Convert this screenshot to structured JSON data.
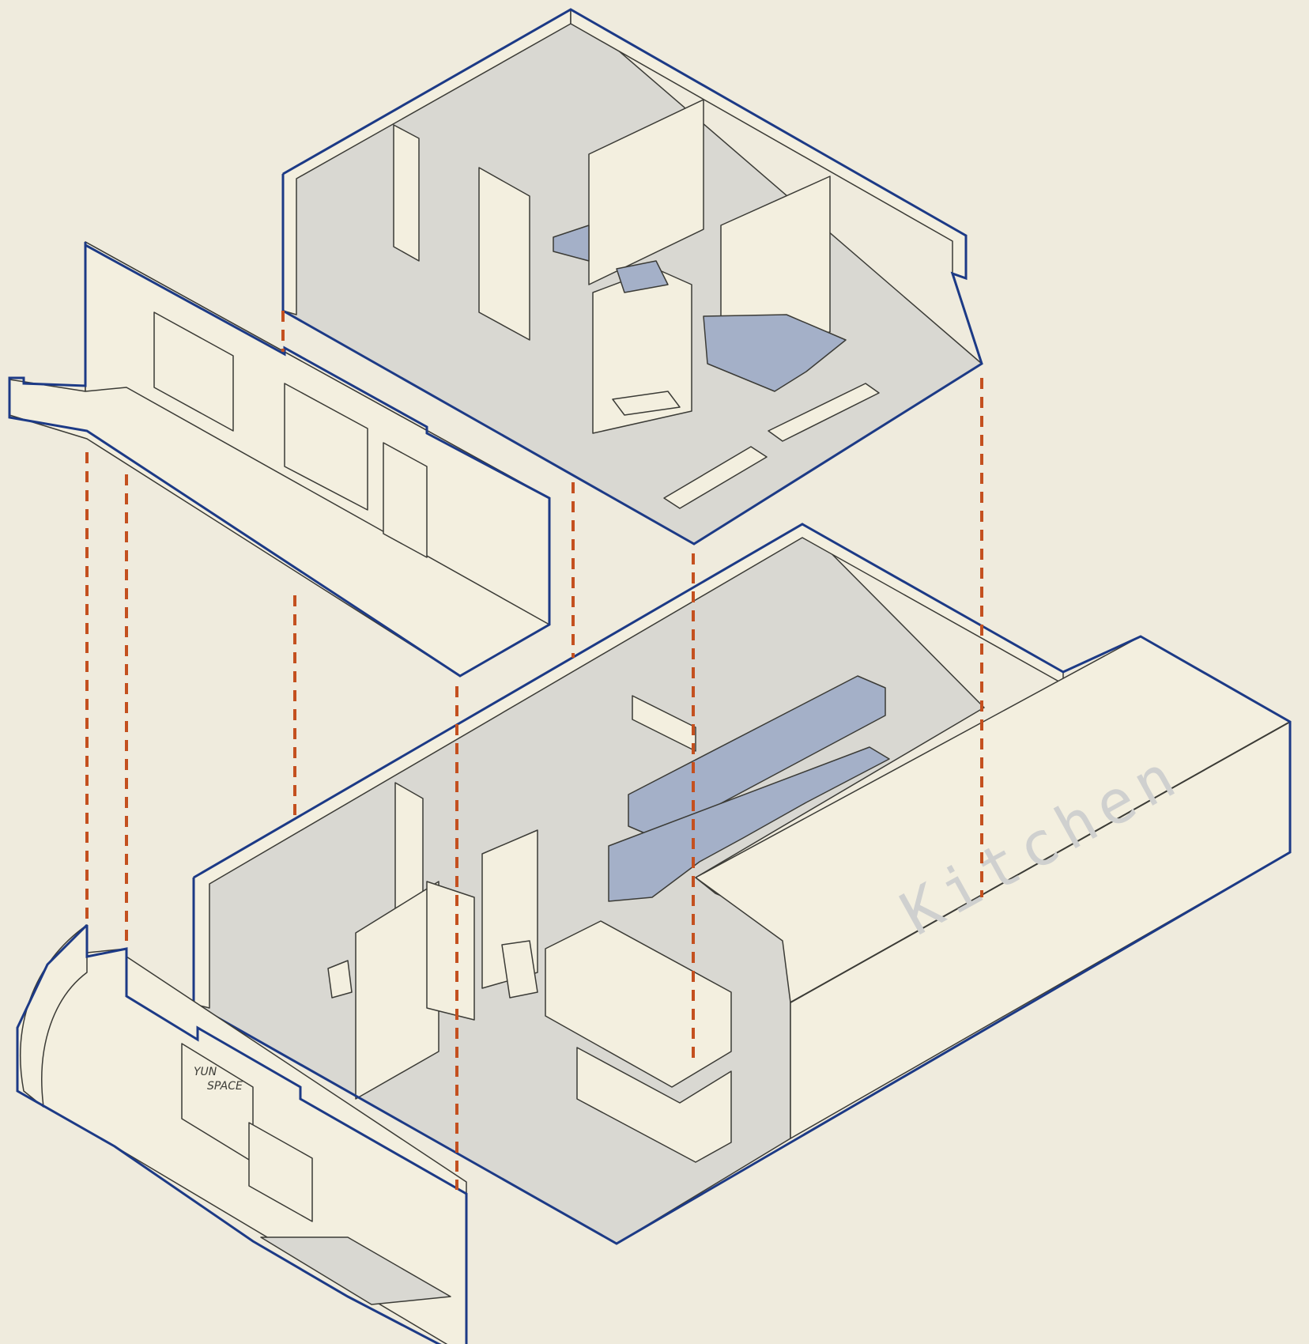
{
  "diagram": {
    "kitchen_label": "Kitchen",
    "sign_text_top": "YUN",
    "sign_text_bottom": "SPACE",
    "colors": {
      "background": "#efebdd",
      "wall_fill": "#f3efdf",
      "floor_fill": "#d9d8d2",
      "outline_blue": "#1c3a86",
      "line_dark": "#3b3b36",
      "accent_blue": "#a4b0c8",
      "dash_orange": "#c4501f",
      "label_gray": "#cfd0cf"
    }
  }
}
